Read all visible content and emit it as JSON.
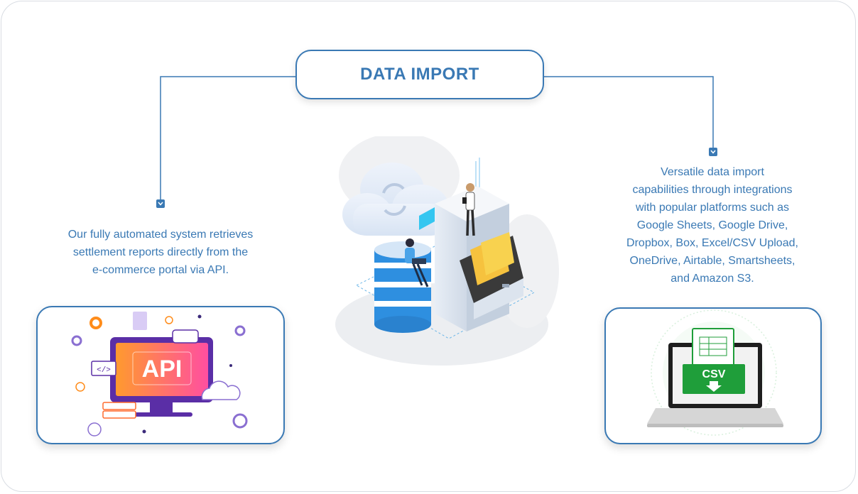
{
  "title": "DATA IMPORT",
  "left": {
    "lines": [
      "Our fully automated system retrieves",
      "settlement reports  directly from the",
      "e-commerce portal via API."
    ],
    "image_text": "API"
  },
  "right": {
    "lines": [
      "Versatile data import",
      "capabilities through integrations",
      "with popular platforms such as",
      "Google Sheets, Google Drive,",
      "Dropbox, Box, Excel/CSV  Upload,",
      "OneDrive, Airtable,  Smartsheets,",
      "and Amazon S3."
    ],
    "image_text": "CSV"
  },
  "colors": {
    "accent": "#3a79b4",
    "api_gradient_start": "#ff9a2e",
    "api_gradient_end": "#ff4fa0",
    "monitor": "#5a2ea6",
    "csv_green": "#1f9e3a"
  },
  "icons": {
    "connector_marker": "chevron-down-icon",
    "left_image": "api-monitor-illustration",
    "right_image": "csv-laptop-download-illustration",
    "center_image": "cloud-database-file-cabinet-illustration"
  }
}
